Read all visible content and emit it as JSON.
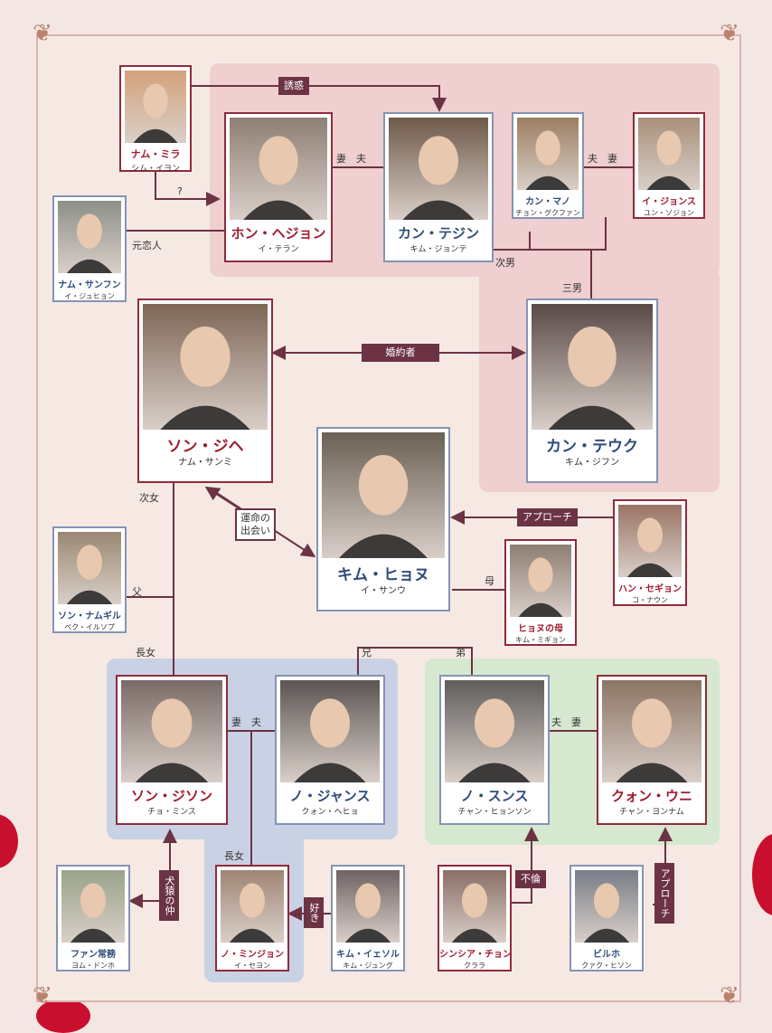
{
  "characters": {
    "nam_mira": {
      "name": "ナム・ミラ",
      "actor": "シム・イヨン"
    },
    "hong_hejon": {
      "name": "ホン・ヘジョン",
      "actor": "イ・テラン"
    },
    "kang_tejin": {
      "name": "カン・テジン",
      "actor": "キム・ジョンテ"
    },
    "kang_mano": {
      "name": "カン・マノ",
      "actor": "チョン・グクファン"
    },
    "i_jonsu": {
      "name": "イ・ジョンス",
      "actor": "ユン・ソジョン"
    },
    "nam_sanfun": {
      "name": "ナム・サンフン",
      "actor": "イ・ジュヒョン"
    },
    "son_jihe": {
      "name": "ソン・ジヘ",
      "actor": "ナム・サンミ"
    },
    "kang_teuku": {
      "name": "カン・テウク",
      "actor": "キム・ジフン"
    },
    "kim_hyonu": {
      "name": "キム・ヒョヌ",
      "actor": "イ・サンウ"
    },
    "han_segyon": {
      "name": "ハン・セギョン",
      "actor": "コ・ナウン"
    },
    "hyonu_mother": {
      "name": "ヒョヌの母",
      "actor": "キム・ミギョン"
    },
    "son_namgiru": {
      "name": "ソン・ナムギル",
      "actor": "ペク・イルソプ"
    },
    "son_jison": {
      "name": "ソン・ジソン",
      "actor": "チョ・ミンス"
    },
    "no_jansu": {
      "name": "ノ・ジャンス",
      "actor": "クォン・ヘヒョ"
    },
    "no_sunsu": {
      "name": "ノ・スンス",
      "actor": "チャン・ヒョンソン"
    },
    "kwon_uni": {
      "name": "クォン・ウニ",
      "actor": "チャン・ヨンナム"
    },
    "fan_jomu": {
      "name": "ファン常務",
      "actor": "ヨム・ドンホ"
    },
    "no_minjon": {
      "name": "ノ・ミンジョン",
      "actor": "イ・セヨン"
    },
    "kim_iesoru": {
      "name": "キム・イェソル",
      "actor": "キム・ジュング"
    },
    "cynthia_chon": {
      "name": "シンシア・チョン",
      "actor": "クララ"
    },
    "biruho": {
      "name": "ビルホ",
      "actor": "クァク・ヒソン"
    }
  },
  "relations": {
    "temptation": "誘惑",
    "question": "?",
    "couple_1": "妻　夫",
    "couple_2": "夫　妻",
    "ex_lover": "元恋人",
    "second_son": "次男",
    "third_son": "三男",
    "fiance": "婚約者",
    "second_daughter": "次女",
    "fate_meeting_1": "運命の",
    "fate_meeting_2": "出会い",
    "approach_h": "アプローチ",
    "mother": "母",
    "father": "父",
    "eldest_daughter": "長女",
    "older_brother": "兄",
    "younger_brother": "弟",
    "couple_3": "妻　夫",
    "couple_4": "夫　妻",
    "eldest_daughter_2": "長女",
    "rivals": "犬猿の仲",
    "likes": "好き",
    "affair": "不倫",
    "approach_v": "アプローチ"
  },
  "colors": {
    "accent_red": "#a01c2f",
    "accent_blue": "#2f4c7a",
    "tag_bg": "#6b3344"
  }
}
